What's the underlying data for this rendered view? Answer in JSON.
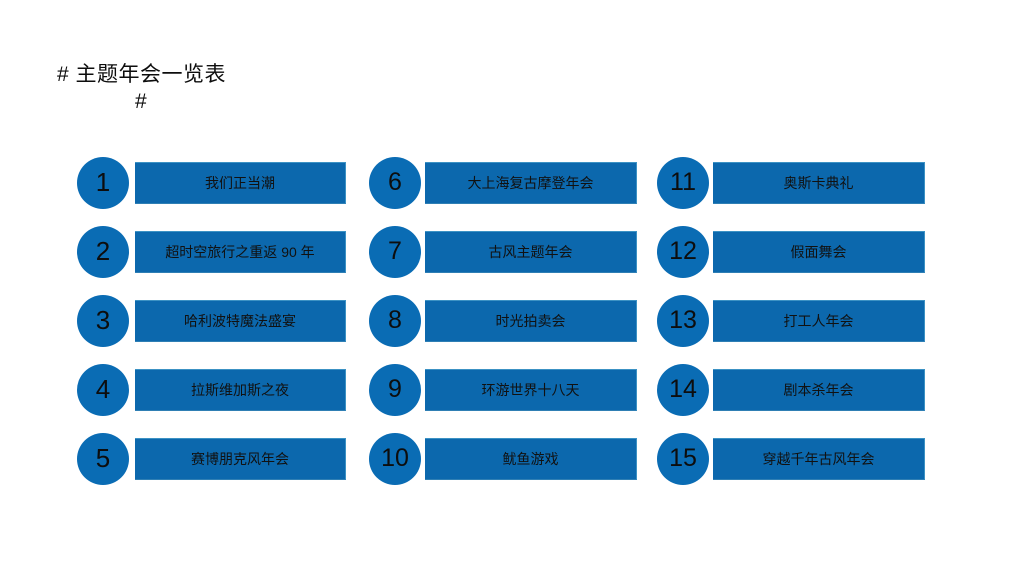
{
  "title": {
    "line1": "# 主题年会一览表",
    "line2": "#"
  },
  "theme": {
    "circle_color": "#0A6CB4",
    "bar_color": "#0C68AD",
    "bar_edge_color": "#3C92C4",
    "text_color": "#0D0D0D",
    "background": "#FFFFFF"
  },
  "columns": [
    {
      "items": [
        {
          "number": "1",
          "label": "我们正当潮"
        },
        {
          "number": "2",
          "label": "超时空旅行之重返 90 年"
        },
        {
          "number": "3",
          "label": "哈利波特魔法盛宴"
        },
        {
          "number": "4",
          "label": "拉斯维加斯之夜"
        },
        {
          "number": "5",
          "label": "赛博朋克风年会"
        }
      ]
    },
    {
      "items": [
        {
          "number": "6",
          "label": "大上海复古摩登年会"
        },
        {
          "number": "7",
          "label": "古风主题年会"
        },
        {
          "number": "8",
          "label": "时光拍卖会"
        },
        {
          "number": "9",
          "label": "环游世界十八天"
        },
        {
          "number": "10",
          "label": "鱿鱼游戏"
        }
      ]
    },
    {
      "items": [
        {
          "number": "11",
          "label": "奥斯卡典礼"
        },
        {
          "number": "12",
          "label": "假面舞会"
        },
        {
          "number": "13",
          "label": "打工人年会"
        },
        {
          "number": "14",
          "label": "剧本杀年会"
        },
        {
          "number": "15",
          "label": "穿越千年古风年会"
        }
      ]
    }
  ]
}
